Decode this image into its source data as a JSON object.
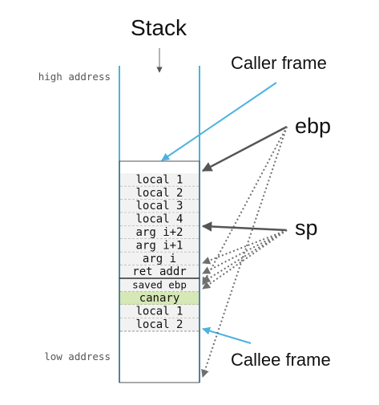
{
  "title": "Stack",
  "address_labels": {
    "high": "high address",
    "low": "low address"
  },
  "frame_labels": {
    "caller": "Caller frame",
    "callee": "Callee frame"
  },
  "register_labels": {
    "ebp": "ebp",
    "sp": "sp"
  },
  "stack_cells": [
    {
      "label": "local 1",
      "kind": "caller"
    },
    {
      "label": "local 2",
      "kind": "caller"
    },
    {
      "label": "local 3",
      "kind": "caller"
    },
    {
      "label": "local 4",
      "kind": "caller"
    },
    {
      "label": "arg i+2",
      "kind": "caller"
    },
    {
      "label": "arg i+1",
      "kind": "caller"
    },
    {
      "label": "arg i",
      "kind": "caller"
    },
    {
      "label": "ret addr",
      "kind": "caller"
    },
    {
      "label": "saved ebp",
      "kind": "callee"
    },
    {
      "label": "canary",
      "kind": "canary"
    },
    {
      "label": "local 1",
      "kind": "callee"
    },
    {
      "label": "local 2",
      "kind": "callee"
    }
  ],
  "colors": {
    "stack_line": "#4bb3df",
    "callout_line": "#4bb3df",
    "cell_fill": "#f2f2f2",
    "canary_fill": "#d6e8b5",
    "arrow": "#595959",
    "dotted_arrow": "#6f6f6f",
    "frame_border": "#555555"
  }
}
